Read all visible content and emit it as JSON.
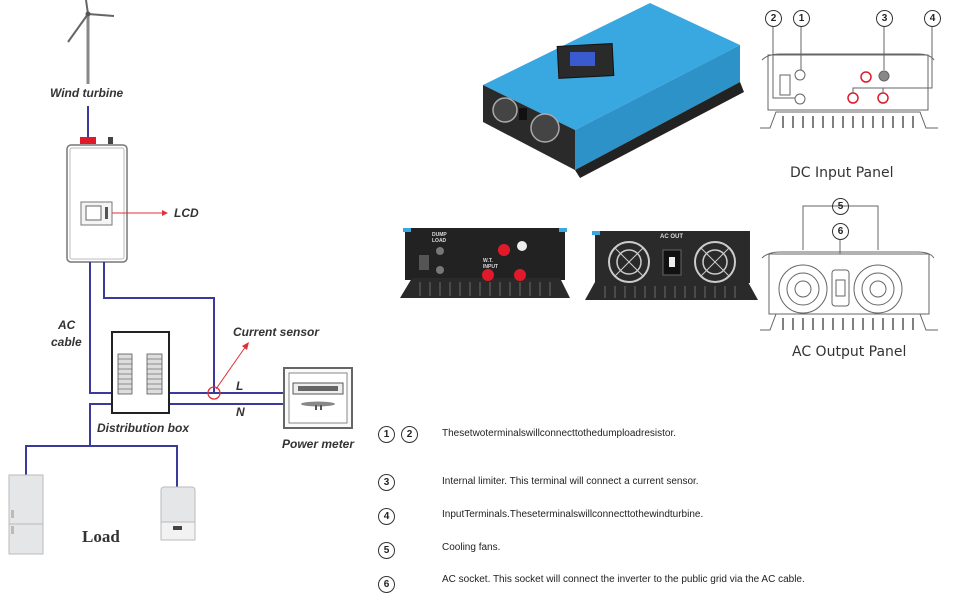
{
  "diagram": {
    "labels": {
      "wind_turbine": "Wind turbine",
      "lcd": "LCD",
      "ac_cable_line1": "AC",
      "ac_cable_line2": "cable",
      "current_sensor": "Current sensor",
      "line_l": "L",
      "line_n": "N",
      "distribution_box": "Distribution box",
      "power_meter": "Power meter",
      "load": "Load"
    },
    "colors": {
      "wire": "#3a3a9a",
      "sensor": "#e0303a",
      "inverter_blue": "#3aa8e0",
      "inverter_dark": "#2a2a2a",
      "terminal_red": "#e01a2a"
    }
  },
  "product": {
    "front_panel_labels": {
      "dump_load": "DUMP LOAD",
      "wt_input": "W.T. INPUT",
      "ac_out": "AC OUT"
    },
    "dc_panel": {
      "caption": "DC Input Panel",
      "callouts": [
        "2",
        "1",
        "3",
        "4"
      ]
    },
    "ac_panel": {
      "caption": "AC Output Panel",
      "callouts": [
        "5",
        "6"
      ]
    }
  },
  "legend": [
    {
      "numbers": [
        "1",
        "2"
      ],
      "text": "Thesetwoterminalswillconnecttothedumploadresistor."
    },
    {
      "numbers": [
        "3"
      ],
      "text": "Internal limiter. This terminal will connect a current sensor."
    },
    {
      "numbers": [
        "4"
      ],
      "text": "InputTerminals.Theseterminalswillconnecttothewindturbine."
    },
    {
      "numbers": [
        "5"
      ],
      "text": "Cooling fans."
    },
    {
      "numbers": [
        "6"
      ],
      "text": "AC socket. This socket will connect the inverter to the public grid via the AC cable."
    }
  ]
}
